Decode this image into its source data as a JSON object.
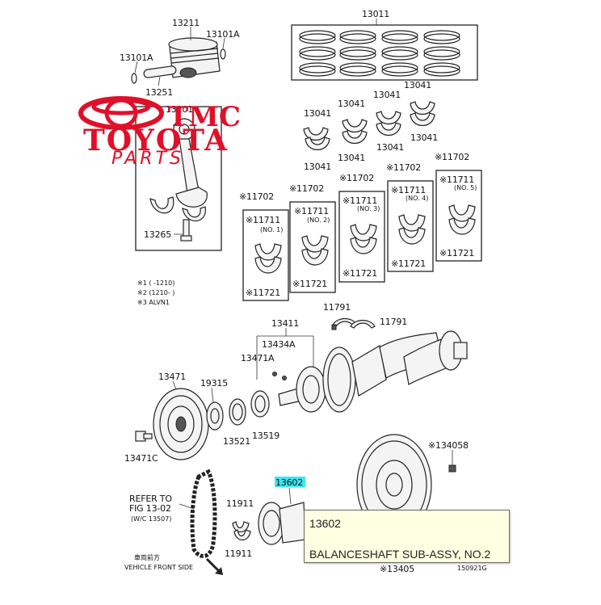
{
  "watermark": {
    "brand": "TMC",
    "name": "TOYOTA",
    "sub": "PARTS",
    "color": "#e0102a"
  },
  "labels": {
    "p13211": "13211",
    "p13101A_r": "13101A",
    "p13101A_l": "13101A",
    "p13251": "13251",
    "p13201": "13201",
    "p13265": "13265",
    "p13011": "13011",
    "p13041_a": "13041",
    "p13041_b": "13041",
    "p13041_c": "13041",
    "p13041_d": "13041",
    "p13041_e": "13041",
    "p13041_f": "13041",
    "p13041_g": "13041",
    "p13041_h": "13041",
    "p11702_a": "※11702",
    "p11702_b": "※11702",
    "p11702_c": "※11702",
    "p11702_d": "※11702",
    "p11702_e": "※11702",
    "p11711_a": "※11711",
    "p11711_b": "※11711",
    "p11711_c": "※11711",
    "p11711_d": "※11711",
    "p11711_e": "※11711",
    "no1": "(NO. 1)",
    "no2": "(NO. 2)",
    "no3": "(NO. 3)",
    "no4": "(NO. 4)",
    "no5": "(NO. 5)",
    "p11721_a": "※11721",
    "p11721_b": "※11721",
    "p11721_c": "※11721",
    "p11721_d": "※11721",
    "p11721_e": "※11721",
    "note1": "※1 (    -1210)",
    "note2": "※2 (1210-       )",
    "note3": "※3 ALVN1",
    "p11791_l": "11791",
    "p11791_r": "11791",
    "p13411": "13411",
    "p13434A": "13434A",
    "p13471A": "13471A",
    "p13471": "13471",
    "p19315": "19315",
    "p13521": "13521",
    "p13519": "13519",
    "p13471C": "13471C",
    "p134058": "※134058",
    "p13602": "13602",
    "p11911_t": "11911",
    "p11911_b": "11911",
    "refer1": "REFER TO",
    "refer2": "FIG 13-02",
    "refer3": "(W/C 13507)",
    "vehicle1": "車両前方",
    "vehicle2": "VEHICLE FRONT SIDE",
    "p13405": "※13405",
    "ref_code": "150921G"
  },
  "highlight_color": "#3ee6f0",
  "tooltip": {
    "code": "13602",
    "description": "BALANCESHAFT SUB-ASSY, NO.2"
  }
}
